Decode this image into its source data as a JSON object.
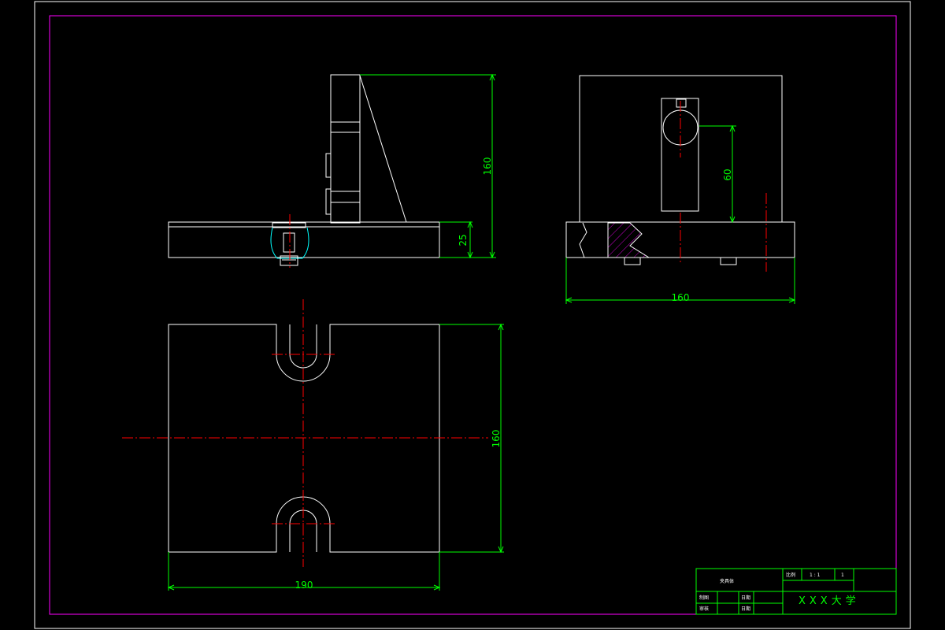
{
  "dimensions": {
    "side_height": "160",
    "side_base": "25",
    "front_width": "160",
    "front_height": "60",
    "top_width": "190",
    "top_depth": "160"
  },
  "title_block": {
    "part_name": "夹具体",
    "scale_label": "比例",
    "scale_value": "1 : 1",
    "sheet": "1",
    "drawn_label": "制图",
    "checked_label": "审核",
    "date_label_1": "日期",
    "date_label_2": "日期",
    "university": "XXX大学"
  },
  "colors": {
    "frame": "#ffffff",
    "border": "#ff00ff",
    "dimension": "#00ff00",
    "centerline": "#ff0000",
    "outline": "#ffffff"
  }
}
